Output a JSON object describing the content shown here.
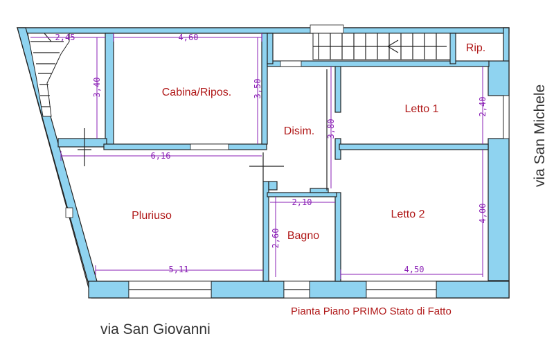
{
  "rooms": {
    "cabina": "Cabina/Ripos.",
    "disim": "Disim.",
    "letto1": "Letto 1",
    "letto2": "Letto 2",
    "pluriuso": "Pluriuso",
    "bagno": "Bagno",
    "rip": "Rip."
  },
  "dimensions": {
    "d245": "2,45",
    "d460": "4,60",
    "d340": "3,40",
    "d350": "3,50",
    "d380": "3,80",
    "d240": "2,40",
    "d616": "6,16",
    "d210": "2,10",
    "d260": "2,60",
    "d400": "4,00",
    "d511": "5,11",
    "d450": "4,50"
  },
  "streets": {
    "south": "via San Giovanni",
    "east": "via San Michele"
  },
  "caption": "Pianta Piano PRIMO Stato di Fatto",
  "colors": {
    "wall": "#8fd3f0",
    "room_text": "#b01818",
    "dimension": "#8a1fb5"
  }
}
